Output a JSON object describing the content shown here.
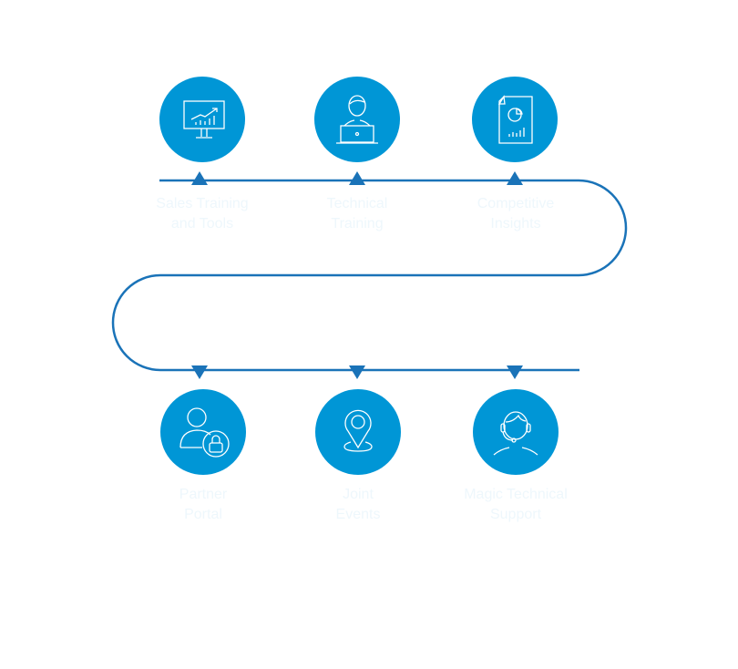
{
  "colors": {
    "circle": "#0096d6",
    "path": "#1a73b8",
    "label": "#eef7fc",
    "icon_stroke": "#ffffff"
  },
  "steps": [
    {
      "icon": "monitor-chart-icon",
      "line1": "Sales Training",
      "line2": "and Tools"
    },
    {
      "icon": "person-laptop-icon",
      "line1": "Technical",
      "line2": "Training"
    },
    {
      "icon": "document-pie-chart-icon",
      "line1": "Competitive",
      "line2": "Insights"
    },
    {
      "icon": "user-lock-icon",
      "line1": "Partner",
      "line2": "Portal"
    },
    {
      "icon": "map-pin-icon",
      "line1": "Joint",
      "line2": "Events"
    },
    {
      "icon": "headset-support-icon",
      "line1": "Magic Technical",
      "line2": "Support"
    }
  ]
}
